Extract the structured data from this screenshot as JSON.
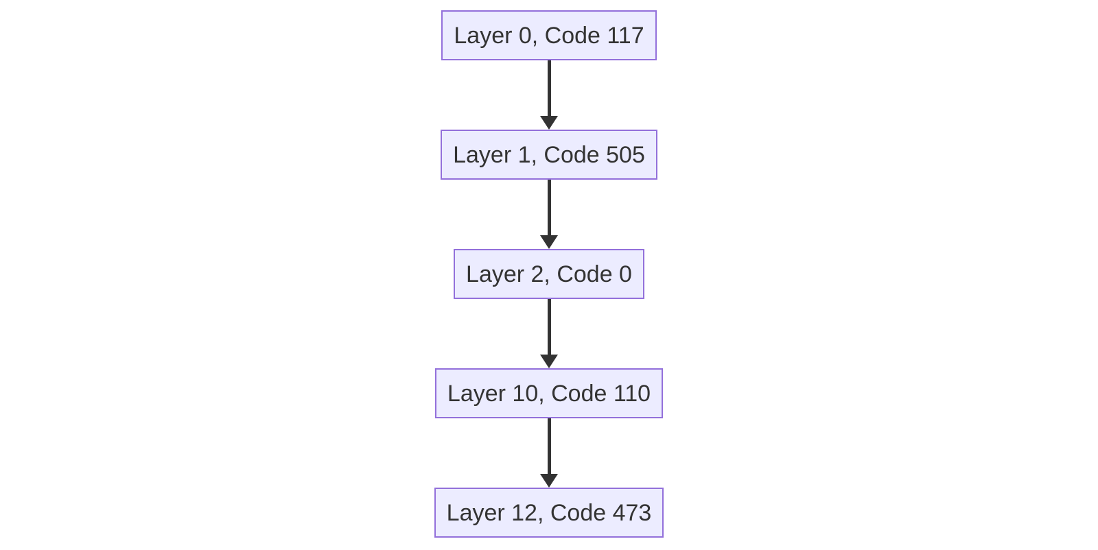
{
  "diagram": {
    "type": "flowchart",
    "direction": "top-down",
    "nodes": [
      {
        "id": "node-0",
        "label": "Layer 0, Code 117"
      },
      {
        "id": "node-1",
        "label": "Layer 1, Code 505"
      },
      {
        "id": "node-2",
        "label": "Layer 2, Code 0"
      },
      {
        "id": "node-3",
        "label": "Layer 10, Code 110"
      },
      {
        "id": "node-4",
        "label": "Layer 12, Code 473"
      }
    ],
    "edges": [
      {
        "from": "Layer 0, Code 117",
        "to": "Layer 1, Code 505",
        "style": "arrow-down"
      },
      {
        "from": "Layer 1, Code 505",
        "to": "Layer 2, Code 0",
        "style": "arrow-down"
      },
      {
        "from": "Layer 2, Code 0",
        "to": "Layer 10, Code 110",
        "style": "arrow-down"
      },
      {
        "from": "Layer 10, Code 110",
        "to": "Layer 12, Code 473",
        "style": "arrow-down"
      }
    ],
    "colors": {
      "node_fill": "#ECECFF",
      "node_border": "#9370DB",
      "node_text": "#333333",
      "edge": "#333333",
      "background": "#FFFFFF"
    }
  }
}
